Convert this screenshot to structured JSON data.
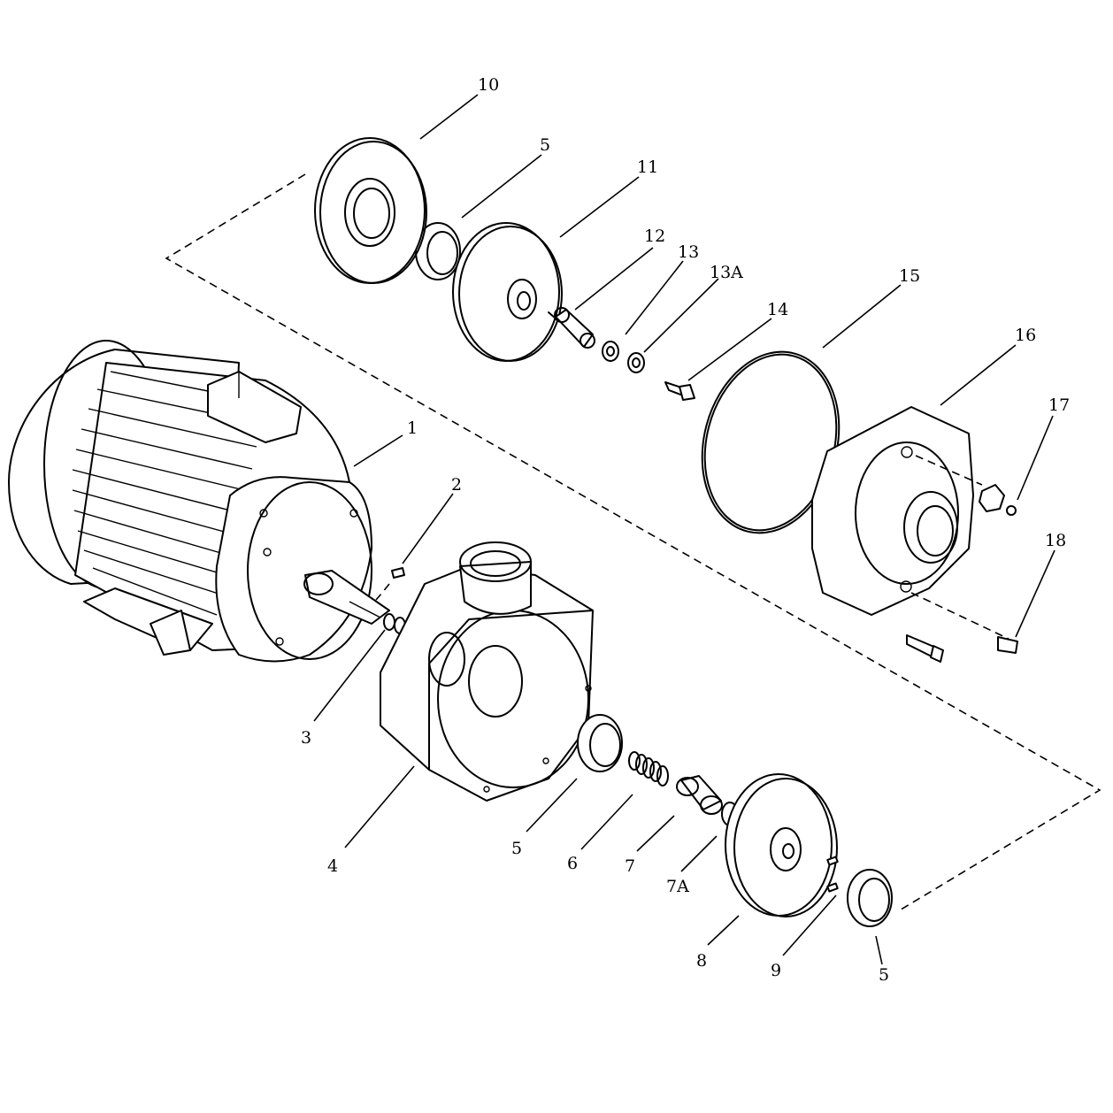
{
  "callouts": [
    {
      "id": "c1",
      "text": "1"
    },
    {
      "id": "c2",
      "text": "2"
    },
    {
      "id": "c3",
      "text": "3"
    },
    {
      "id": "c4",
      "text": "4"
    },
    {
      "id": "c5a",
      "text": "5"
    },
    {
      "id": "c5b",
      "text": "5"
    },
    {
      "id": "c5c",
      "text": "5"
    },
    {
      "id": "c6",
      "text": "6"
    },
    {
      "id": "c7",
      "text": "7"
    },
    {
      "id": "c7a",
      "text": "7A"
    },
    {
      "id": "c8",
      "text": "8"
    },
    {
      "id": "c9",
      "text": "9"
    },
    {
      "id": "c10",
      "text": "10"
    },
    {
      "id": "c11",
      "text": "11"
    },
    {
      "id": "c12",
      "text": "12"
    },
    {
      "id": "c13",
      "text": "13"
    },
    {
      "id": "c13a",
      "text": "13A"
    },
    {
      "id": "c14",
      "text": "14"
    },
    {
      "id": "c15",
      "text": "15"
    },
    {
      "id": "c16",
      "text": "16"
    },
    {
      "id": "c17",
      "text": "17"
    },
    {
      "id": "c18",
      "text": "18"
    }
  ]
}
